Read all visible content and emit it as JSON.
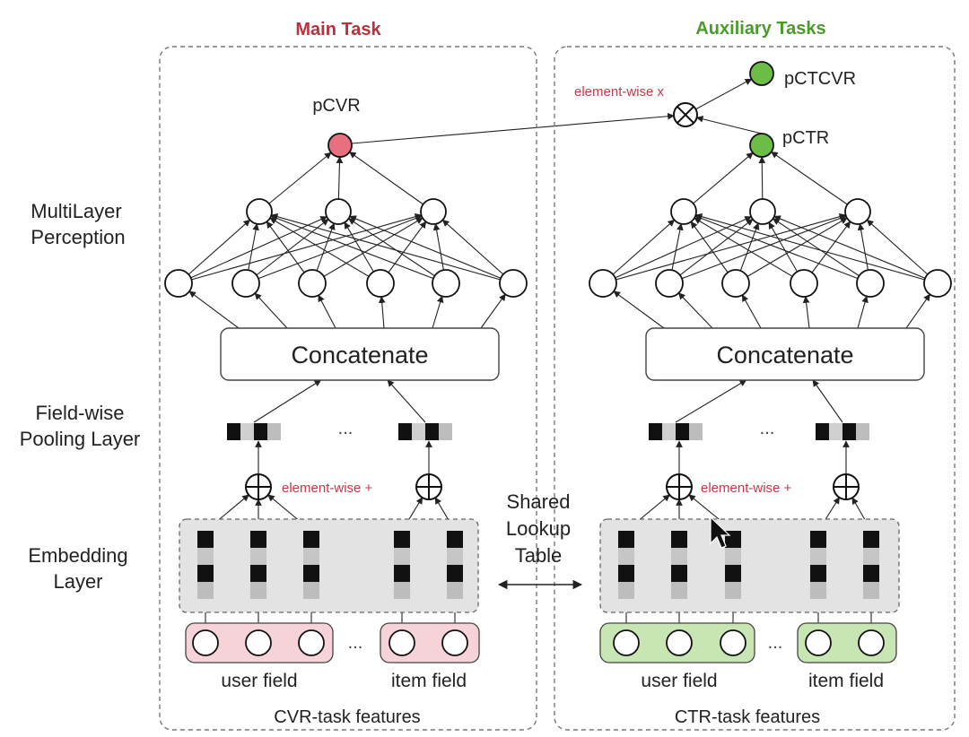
{
  "headers": {
    "main_task": "Main Task",
    "auxiliary_tasks": "Auxiliary Tasks"
  },
  "layer_labels": {
    "mlp_line1": "MultiLayer",
    "mlp_line2": "Perception",
    "pooling_line1": "Field-wise",
    "pooling_line2": "Pooling Layer",
    "embedding_line1": "Embedding",
    "embedding_line2": "Layer"
  },
  "outputs": {
    "pcvr": "pCVR",
    "pctr": "pCTR",
    "pctcvr": "pCTCVR",
    "multiply_label": "element-wise x"
  },
  "blocks": {
    "concatenate": "Concatenate",
    "ellipsis": "..."
  },
  "pooling": {
    "sum_label": "element-wise +"
  },
  "shared_table": {
    "line1": "Shared",
    "line2": "Lookup",
    "line3": "Table"
  },
  "fields": {
    "user_field": "user field",
    "item_field": "item field"
  },
  "footers": {
    "cvr_features": "CVR-task features",
    "ctr_features": "CTR-task features"
  },
  "colors": {
    "main_accent": "#b5323f",
    "aux_accent": "#4b9a2c",
    "pcvr_node": "#e8707e",
    "pctr_node": "#6bbd45",
    "cvr_field_bg": "#f5d3d8",
    "ctr_field_bg": "#c8e6b4",
    "embedding_bg": "#e3e3e3",
    "label_red": "#c4394a"
  }
}
